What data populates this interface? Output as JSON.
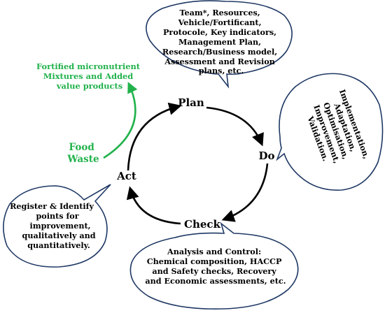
{
  "colors": {
    "bubble_stroke": "#1f3864",
    "cycle_arrow": "#000000",
    "accent_green": "#22b24c"
  },
  "stages": {
    "plan": "Plan",
    "do": "Do",
    "check": "Check",
    "act": "Act"
  },
  "plan_bubble": {
    "lines": [
      "Team*, Resources,",
      "Vehicle/Fortificant,",
      "Protocole, Key indicators,",
      "Management Plan,",
      "Research/Business model,",
      "Assessment and Revision",
      "plans, etc."
    ]
  },
  "do_bubble": {
    "lines": [
      "Implementation,",
      "Adaptation,",
      "Optimisation,",
      "Improvement,",
      "Validation."
    ]
  },
  "check_bubble": {
    "lines": [
      "Analysis and Control:",
      "Chemical composition, HACCP",
      "and Safety checks, Recovery",
      "and Economic assessments, etc."
    ]
  },
  "act_bubble": {
    "lines": [
      "Register & Identify",
      "points for",
      "improvement,",
      "qualitatively and",
      "quantitatively."
    ]
  },
  "valorisation": {
    "food_waste_lines": [
      "Food",
      "Waste"
    ],
    "product_lines": [
      "Fortified micronutrient",
      "Mixtures and Added",
      "value products"
    ]
  }
}
